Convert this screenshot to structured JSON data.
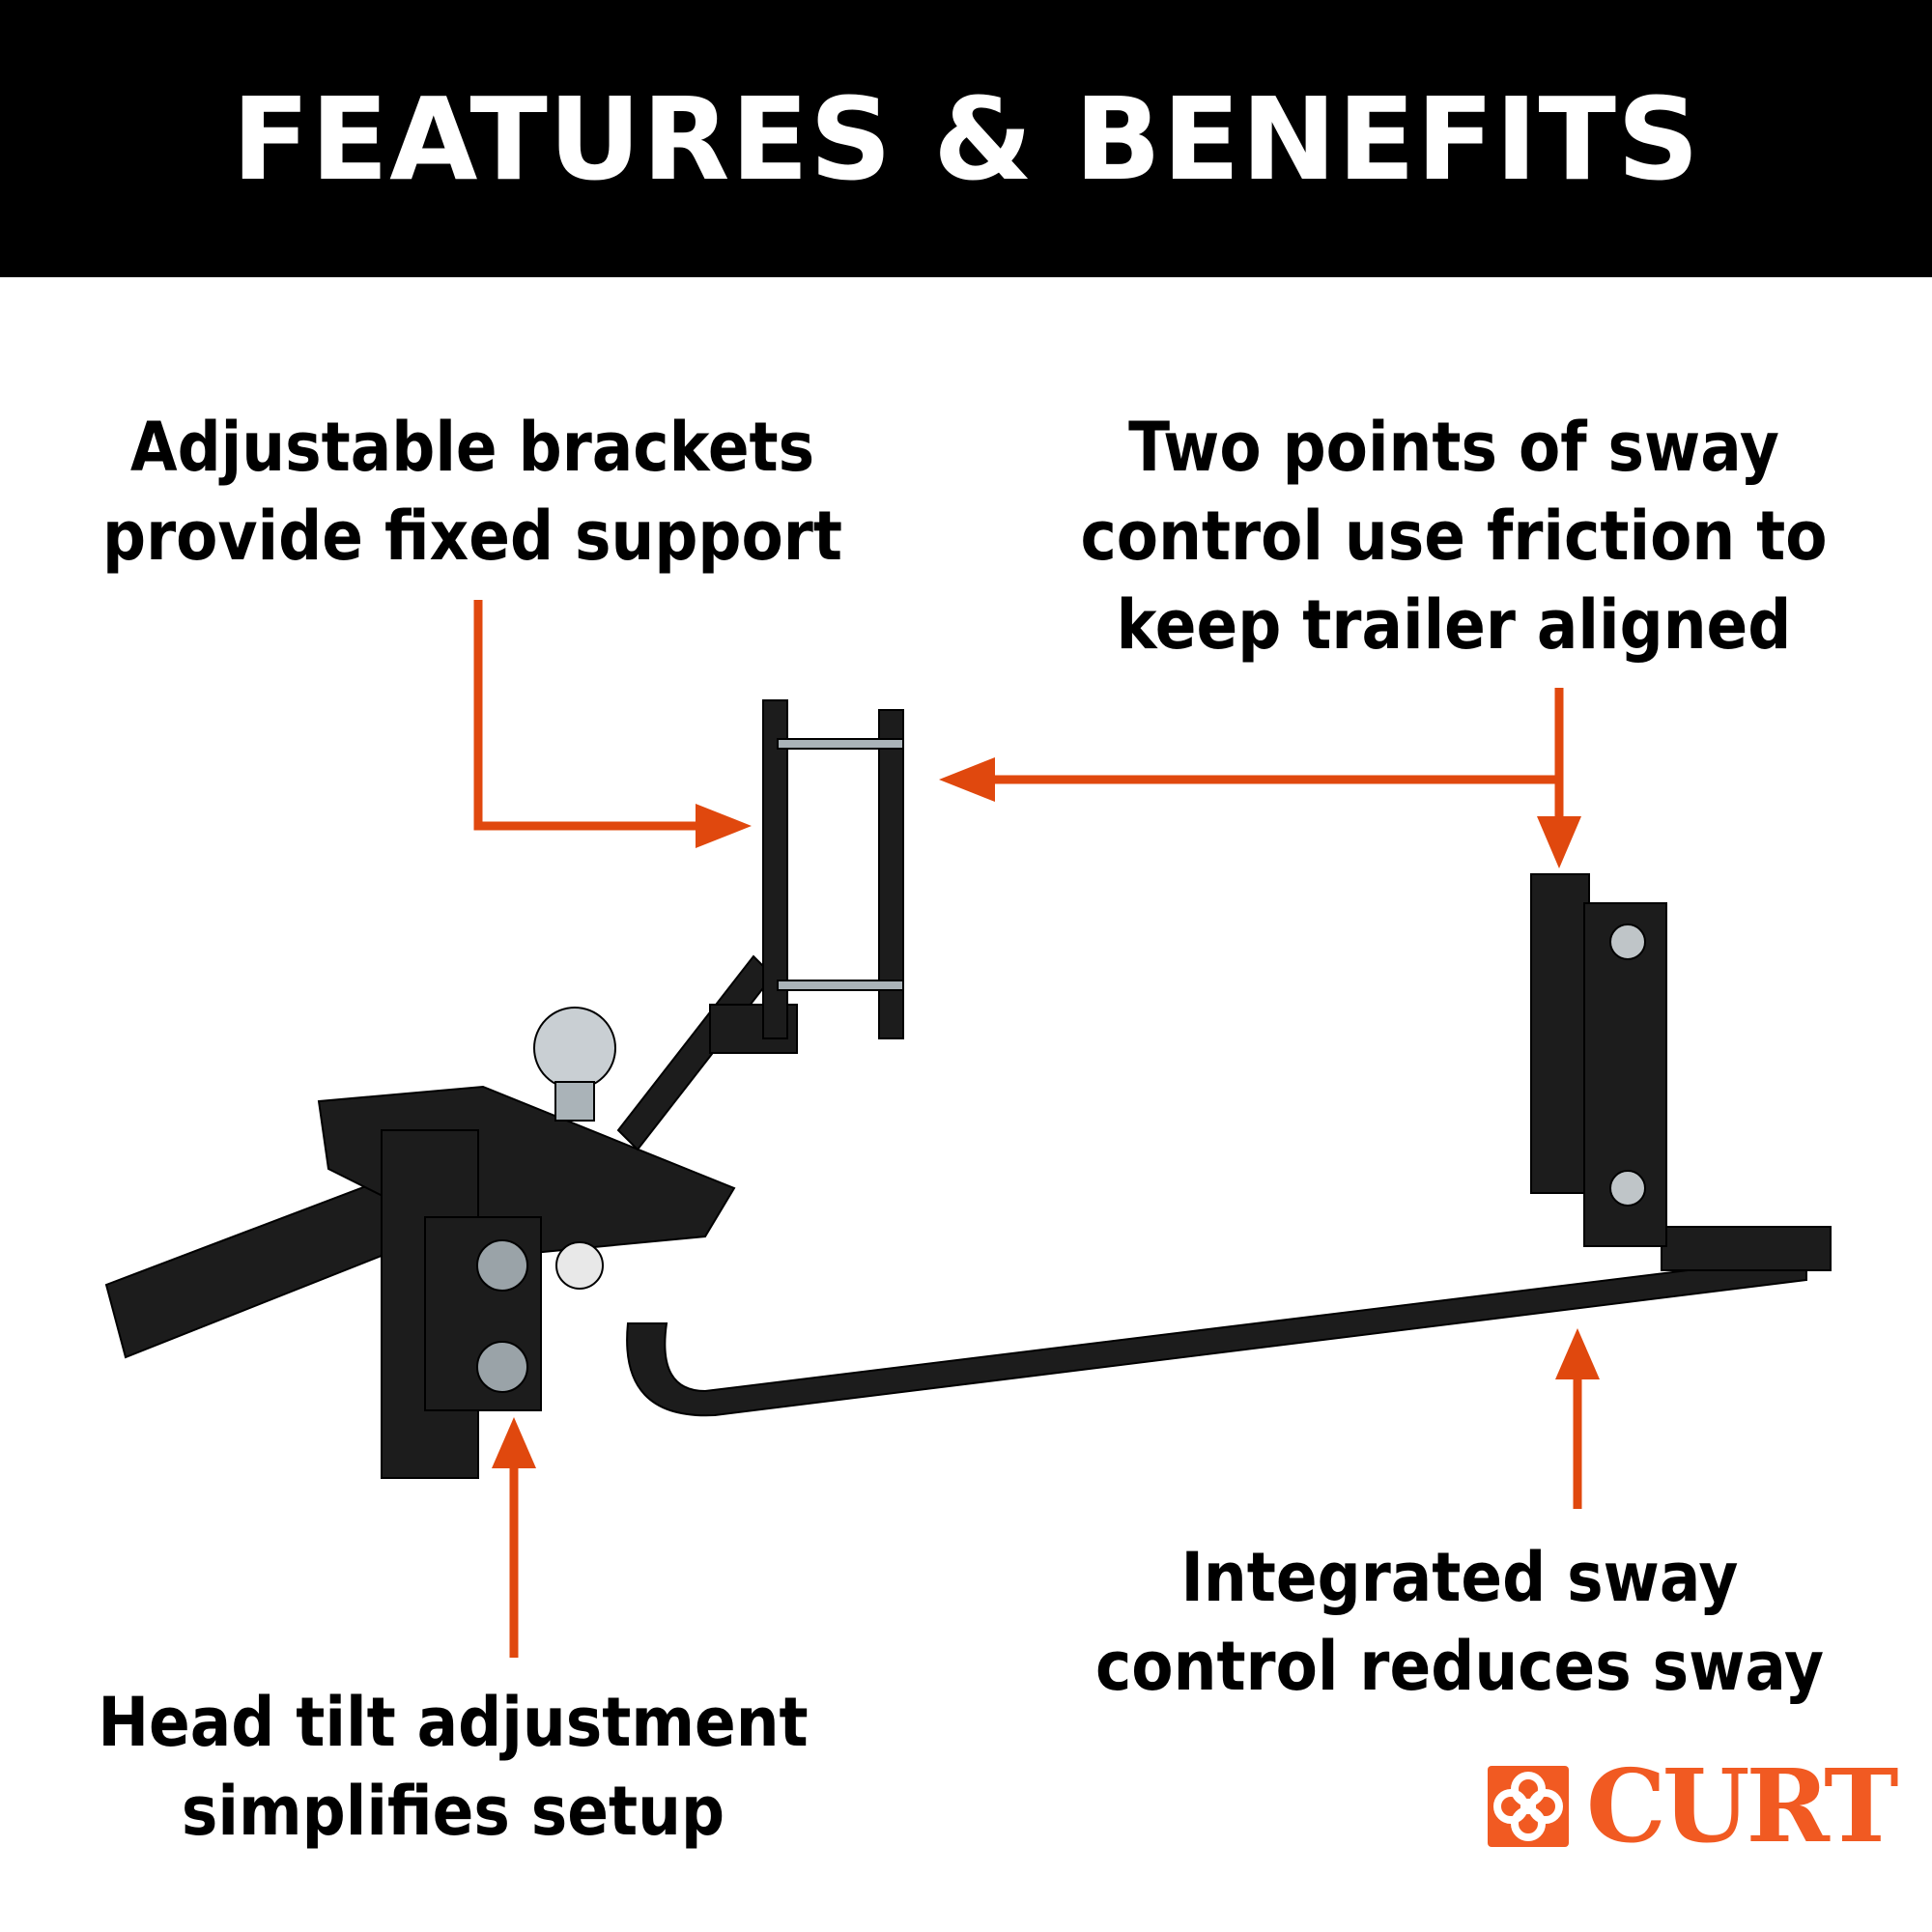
{
  "header": {
    "title": "FEATURES & BENEFITS"
  },
  "callouts": [
    {
      "lines": [
        "Adjustable brackets",
        "provide fixed support"
      ]
    },
    {
      "lines": [
        "Two points of sway",
        "control use friction to",
        "keep trailer aligned"
      ]
    },
    {
      "lines": [
        "Integrated sway",
        "control reduces sway"
      ]
    },
    {
      "lines": [
        "Head tilt adjustment",
        "simplifies setup"
      ]
    }
  ],
  "logo": {
    "text": "CURT",
    "icon": "curt-cloverleaf-icon"
  },
  "colors": {
    "header_bg": "#000000",
    "arrow": "#e0480e",
    "brand": "#f15a22"
  }
}
